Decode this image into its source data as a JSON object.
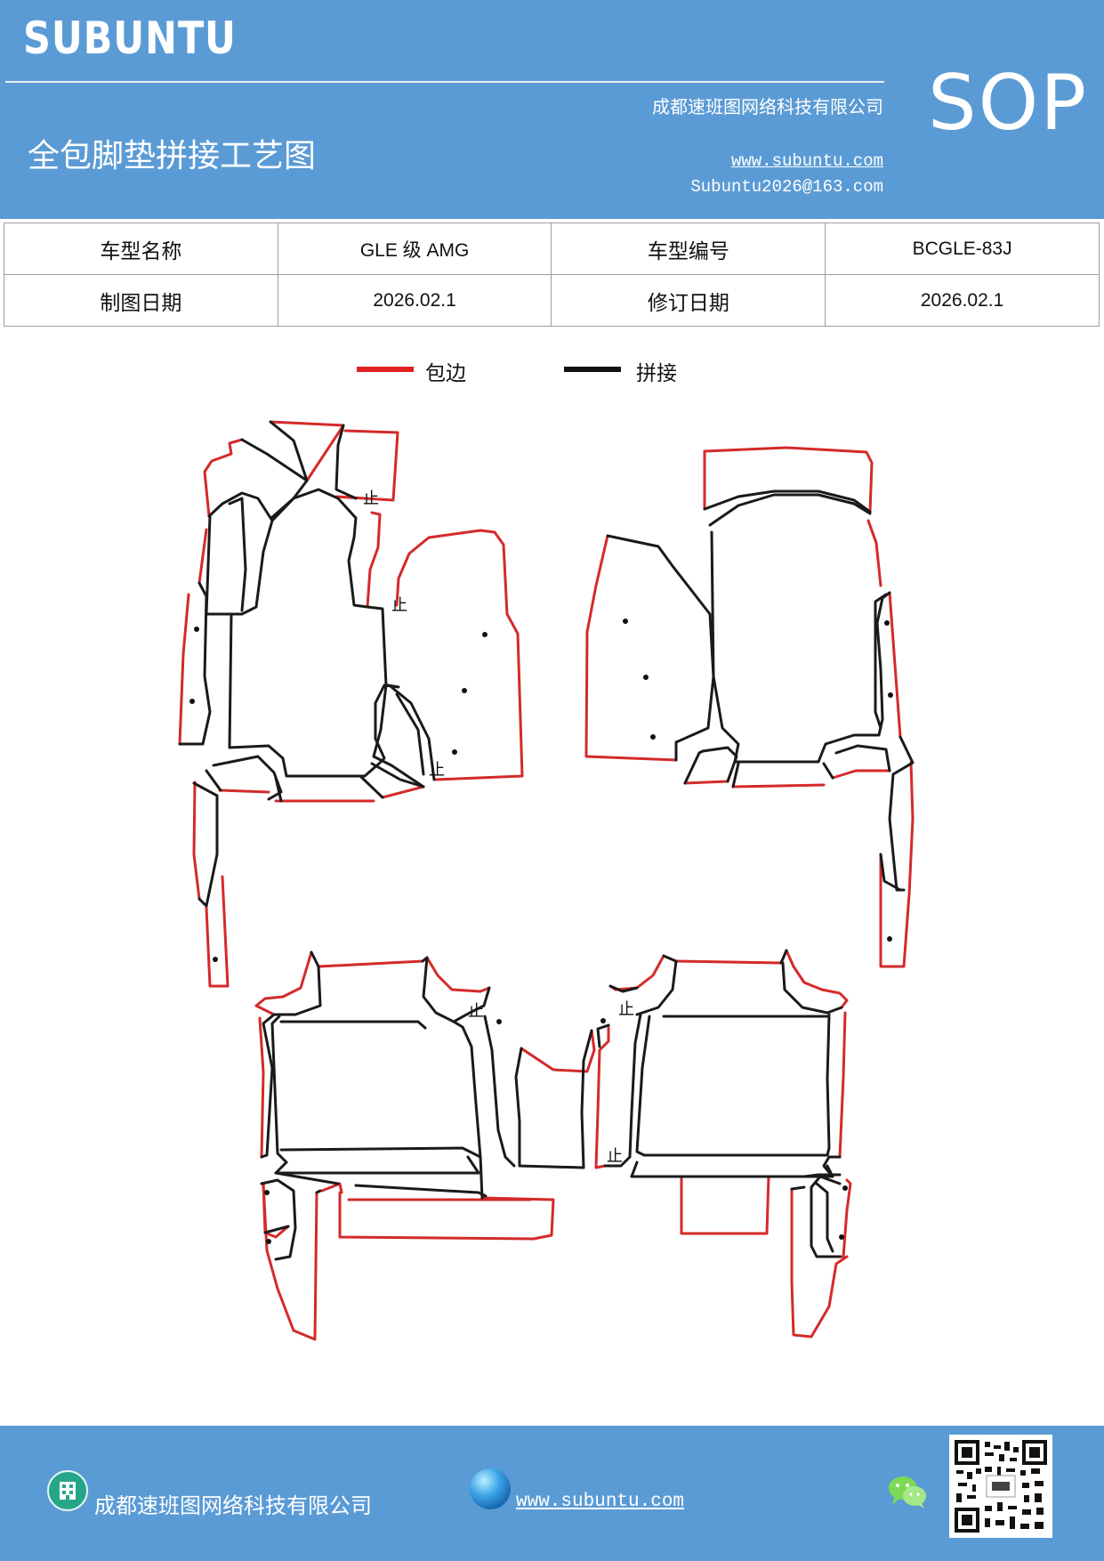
{
  "header": {
    "brand": "SUBUNTU",
    "company": "成都速班图网络科技有限公司",
    "title": "全包脚垫拼接工艺图",
    "website": "www.subuntu.com",
    "email": "Subuntu2026@163.com",
    "badge": "SOP",
    "background_color": "#5b9bd5"
  },
  "info_table": {
    "rows": [
      [
        "车型名称",
        "GLE 级 AMG",
        "车型编号",
        "BCGLE-83J"
      ],
      [
        "制图日期",
        "2026.02.1",
        "修订日期",
        "2026.02.1"
      ]
    ]
  },
  "legend": {
    "items": [
      {
        "label": "包边",
        "color": "#e02020"
      },
      {
        "label": "拼接",
        "color": "#111111"
      }
    ]
  },
  "drawing": {
    "stop_mark": "止",
    "edge_color": "#d42a2a",
    "seam_color": "#1a1a1a"
  },
  "footer": {
    "company": "成都速班图网络科技有限公司",
    "website": "www.subuntu.com",
    "company_icon": "building-icon",
    "web_icon": "globe-icon",
    "social_icon": "wechat-icon",
    "qr_icon": "qr-code-icon"
  }
}
